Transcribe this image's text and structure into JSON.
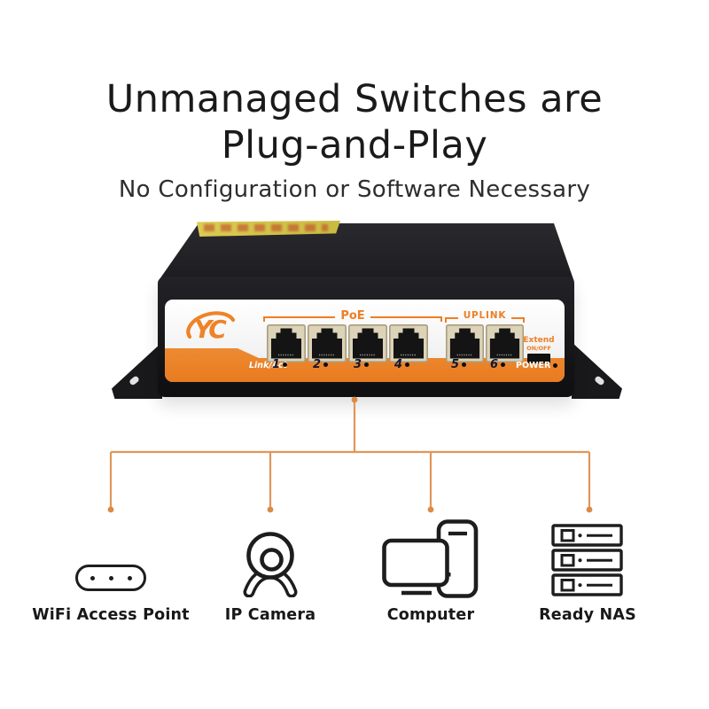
{
  "header": {
    "title_line1": "Unmanaged Switches are",
    "title_line2": "Plug-and-Play",
    "subtitle": "No Configuration or Software Necessary"
  },
  "switch": {
    "brand": "YC",
    "poe_group_label": "PoE",
    "uplink_group_label": "UPLINK",
    "link_act_label": "Link/Act",
    "extend_label": "Extend",
    "extend_onoff_label": "ON/OFF",
    "power_label": "POWER",
    "port_numbers": [
      "1",
      "2",
      "3",
      "4",
      "5",
      "6"
    ]
  },
  "devices": [
    {
      "label": "WiFi Access Point"
    },
    {
      "label": "IP Camera"
    },
    {
      "label": "Computer"
    },
    {
      "label": "Ready NAS"
    }
  ],
  "colors": {
    "accent_orange": "#EE8328",
    "strip_orange_top": "#F5A04C",
    "strip_orange_bottom": "#E87B20",
    "connector_orange": "#DF975A",
    "body_black": "#1B1B1E",
    "port_beige": "#DCD3B8",
    "sticker_yellow": "#D6C74E"
  }
}
